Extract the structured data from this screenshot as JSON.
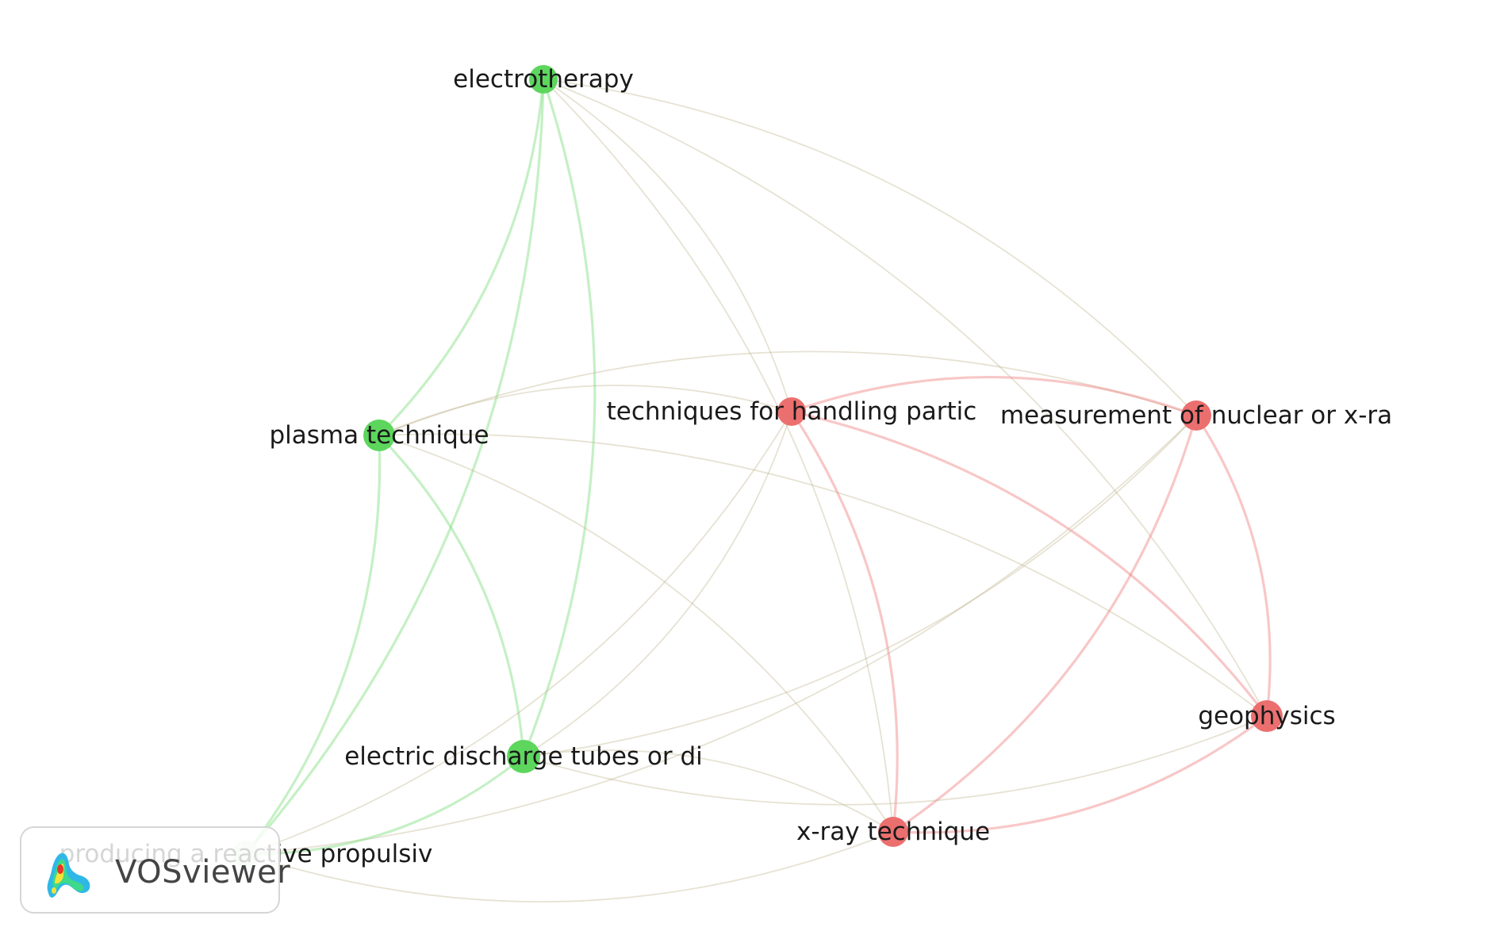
{
  "nodes": [
    {
      "id": "electrotherapy",
      "label": "electrotherapy",
      "cluster": "green"
    },
    {
      "id": "plasma",
      "label": "plasma technique",
      "cluster": "green"
    },
    {
      "id": "discharge",
      "label": "electric discharge tubes or di",
      "cluster": "green"
    },
    {
      "id": "propulsion",
      "label": "producing a reactive propulsiv",
      "cluster": "green"
    },
    {
      "id": "handling",
      "label": "techniques for handling partic",
      "cluster": "red"
    },
    {
      "id": "measurement",
      "label": "measurement of nuclear or x-ra",
      "cluster": "red"
    },
    {
      "id": "geophysics",
      "label": "geophysics",
      "cluster": "red"
    },
    {
      "id": "xray",
      "label": "x-ray technique",
      "cluster": "red"
    }
  ],
  "links": [
    {
      "source": "electrotherapy",
      "target": "plasma"
    },
    {
      "source": "electrotherapy",
      "target": "handling"
    },
    {
      "source": "electrotherapy",
      "target": "measurement"
    },
    {
      "source": "electrotherapy",
      "target": "geophysics"
    },
    {
      "source": "electrotherapy",
      "target": "discharge"
    },
    {
      "source": "electrotherapy",
      "target": "xray"
    },
    {
      "source": "electrotherapy",
      "target": "propulsion"
    },
    {
      "source": "plasma",
      "target": "handling"
    },
    {
      "source": "plasma",
      "target": "measurement"
    },
    {
      "source": "plasma",
      "target": "discharge"
    },
    {
      "source": "plasma",
      "target": "xray"
    },
    {
      "source": "plasma",
      "target": "geophysics"
    },
    {
      "source": "plasma",
      "target": "propulsion"
    },
    {
      "source": "handling",
      "target": "measurement"
    },
    {
      "source": "handling",
      "target": "xray"
    },
    {
      "source": "handling",
      "target": "geophysics"
    },
    {
      "source": "handling",
      "target": "discharge"
    },
    {
      "source": "handling",
      "target": "propulsion"
    },
    {
      "source": "measurement",
      "target": "geophysics"
    },
    {
      "source": "measurement",
      "target": "xray"
    },
    {
      "source": "measurement",
      "target": "discharge"
    },
    {
      "source": "measurement",
      "target": "propulsion"
    },
    {
      "source": "geophysics",
      "target": "xray"
    },
    {
      "source": "geophysics",
      "target": "discharge"
    },
    {
      "source": "discharge",
      "target": "xray"
    },
    {
      "source": "discharge",
      "target": "propulsion"
    },
    {
      "source": "xray",
      "target": "propulsion"
    }
  ],
  "colors": {
    "green": "#5dd65d",
    "red": "#ec6f6f"
  },
  "logo": {
    "text": "VOSviewer",
    "icon": "vosviewer-logo-icon"
  }
}
